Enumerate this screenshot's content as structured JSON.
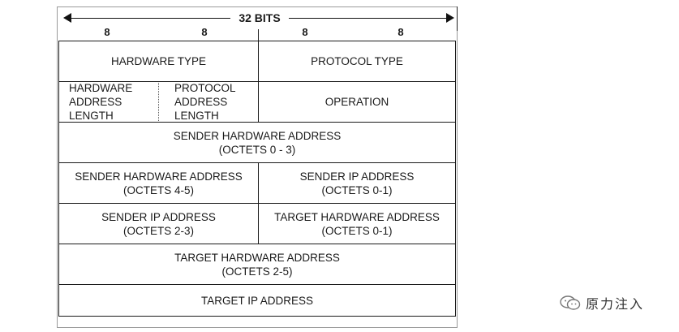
{
  "header": {
    "width_label": "32 BITS",
    "octet_labels": [
      "8",
      "8",
      "8",
      "8"
    ]
  },
  "fields": {
    "hardware_type": "HARDWARE TYPE",
    "protocol_type": "PROTOCOL TYPE",
    "hardware_address_length": "HARDWARE\nADDRESS\nLENGTH",
    "protocol_address_length": "PROTOCOL\nADDRESS\nLENGTH",
    "operation": "OPERATION",
    "sender_hw_0_3": "SENDER HARDWARE ADDRESS\n(OCTETS 0 - 3)",
    "sender_hw_4_5": "SENDER HARDWARE ADDRESS\n(OCTETS 4-5)",
    "sender_ip_0_1": "SENDER IP ADDRESS\n(OCTETS 0-1)",
    "sender_ip_2_3": "SENDER IP ADDRESS\n(OCTETS 2-3)",
    "target_hw_0_1": "TARGET HARDWARE ADDRESS\n(OCTETS 0-1)",
    "target_hw_2_5": "TARGET HARDWARE ADDRESS\n(OCTETS 2-5)",
    "target_ip": "TARGET IP ADDRESS"
  },
  "watermark": {
    "text": "原力注入",
    "icon": "wechat-icon"
  }
}
